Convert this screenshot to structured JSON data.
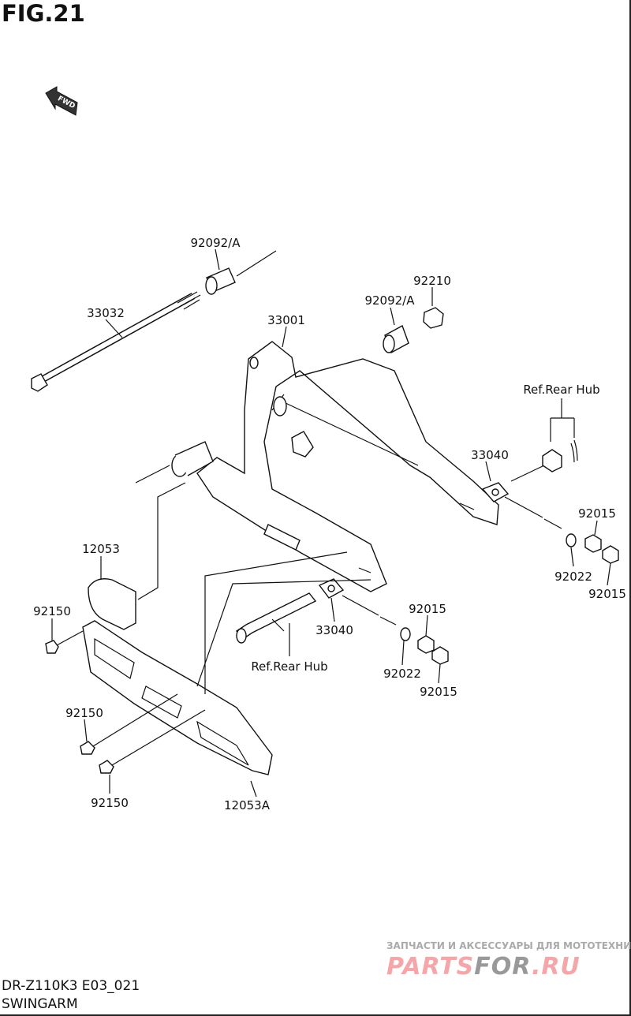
{
  "figure": {
    "title": "FIG.21",
    "fwd_label": "FWD"
  },
  "labels": {
    "bushing_top": "92092/A",
    "axle": "33032",
    "nut_top": "92210",
    "bushing_right": "92092/A",
    "swingarm": "33001",
    "ref_rear_hub_right": "Ref.Rear Hub",
    "adjuster_right": "33040",
    "nut_right_1": "92015",
    "guard": "12053",
    "washer_right": "92022",
    "nut_right_2": "92015",
    "bolt_guard": "92150",
    "nut_left_1": "92015",
    "adjuster_left": "33040",
    "ref_rear_hub_left": "Ref.Rear Hub",
    "washer_left": "92022",
    "nut_left_2": "92015",
    "bolt_guard_2": "92150",
    "bolt_guard_3": "92150",
    "chain_guard": "12053A"
  },
  "footer": {
    "model_code": "DR-Z110K3 E03_021",
    "section": "SWINGARM"
  },
  "watermark": {
    "tagline": "ЗАПЧАСТИ И АКСЕССУАРЫ ДЛЯ МОТОТЕХНИКИ",
    "logo_part1": "PARTS",
    "logo_part2": "FOR",
    "logo_part3": ".RU",
    "colors": {
      "pink": "#f4a6a8",
      "gray": "#999999"
    }
  }
}
